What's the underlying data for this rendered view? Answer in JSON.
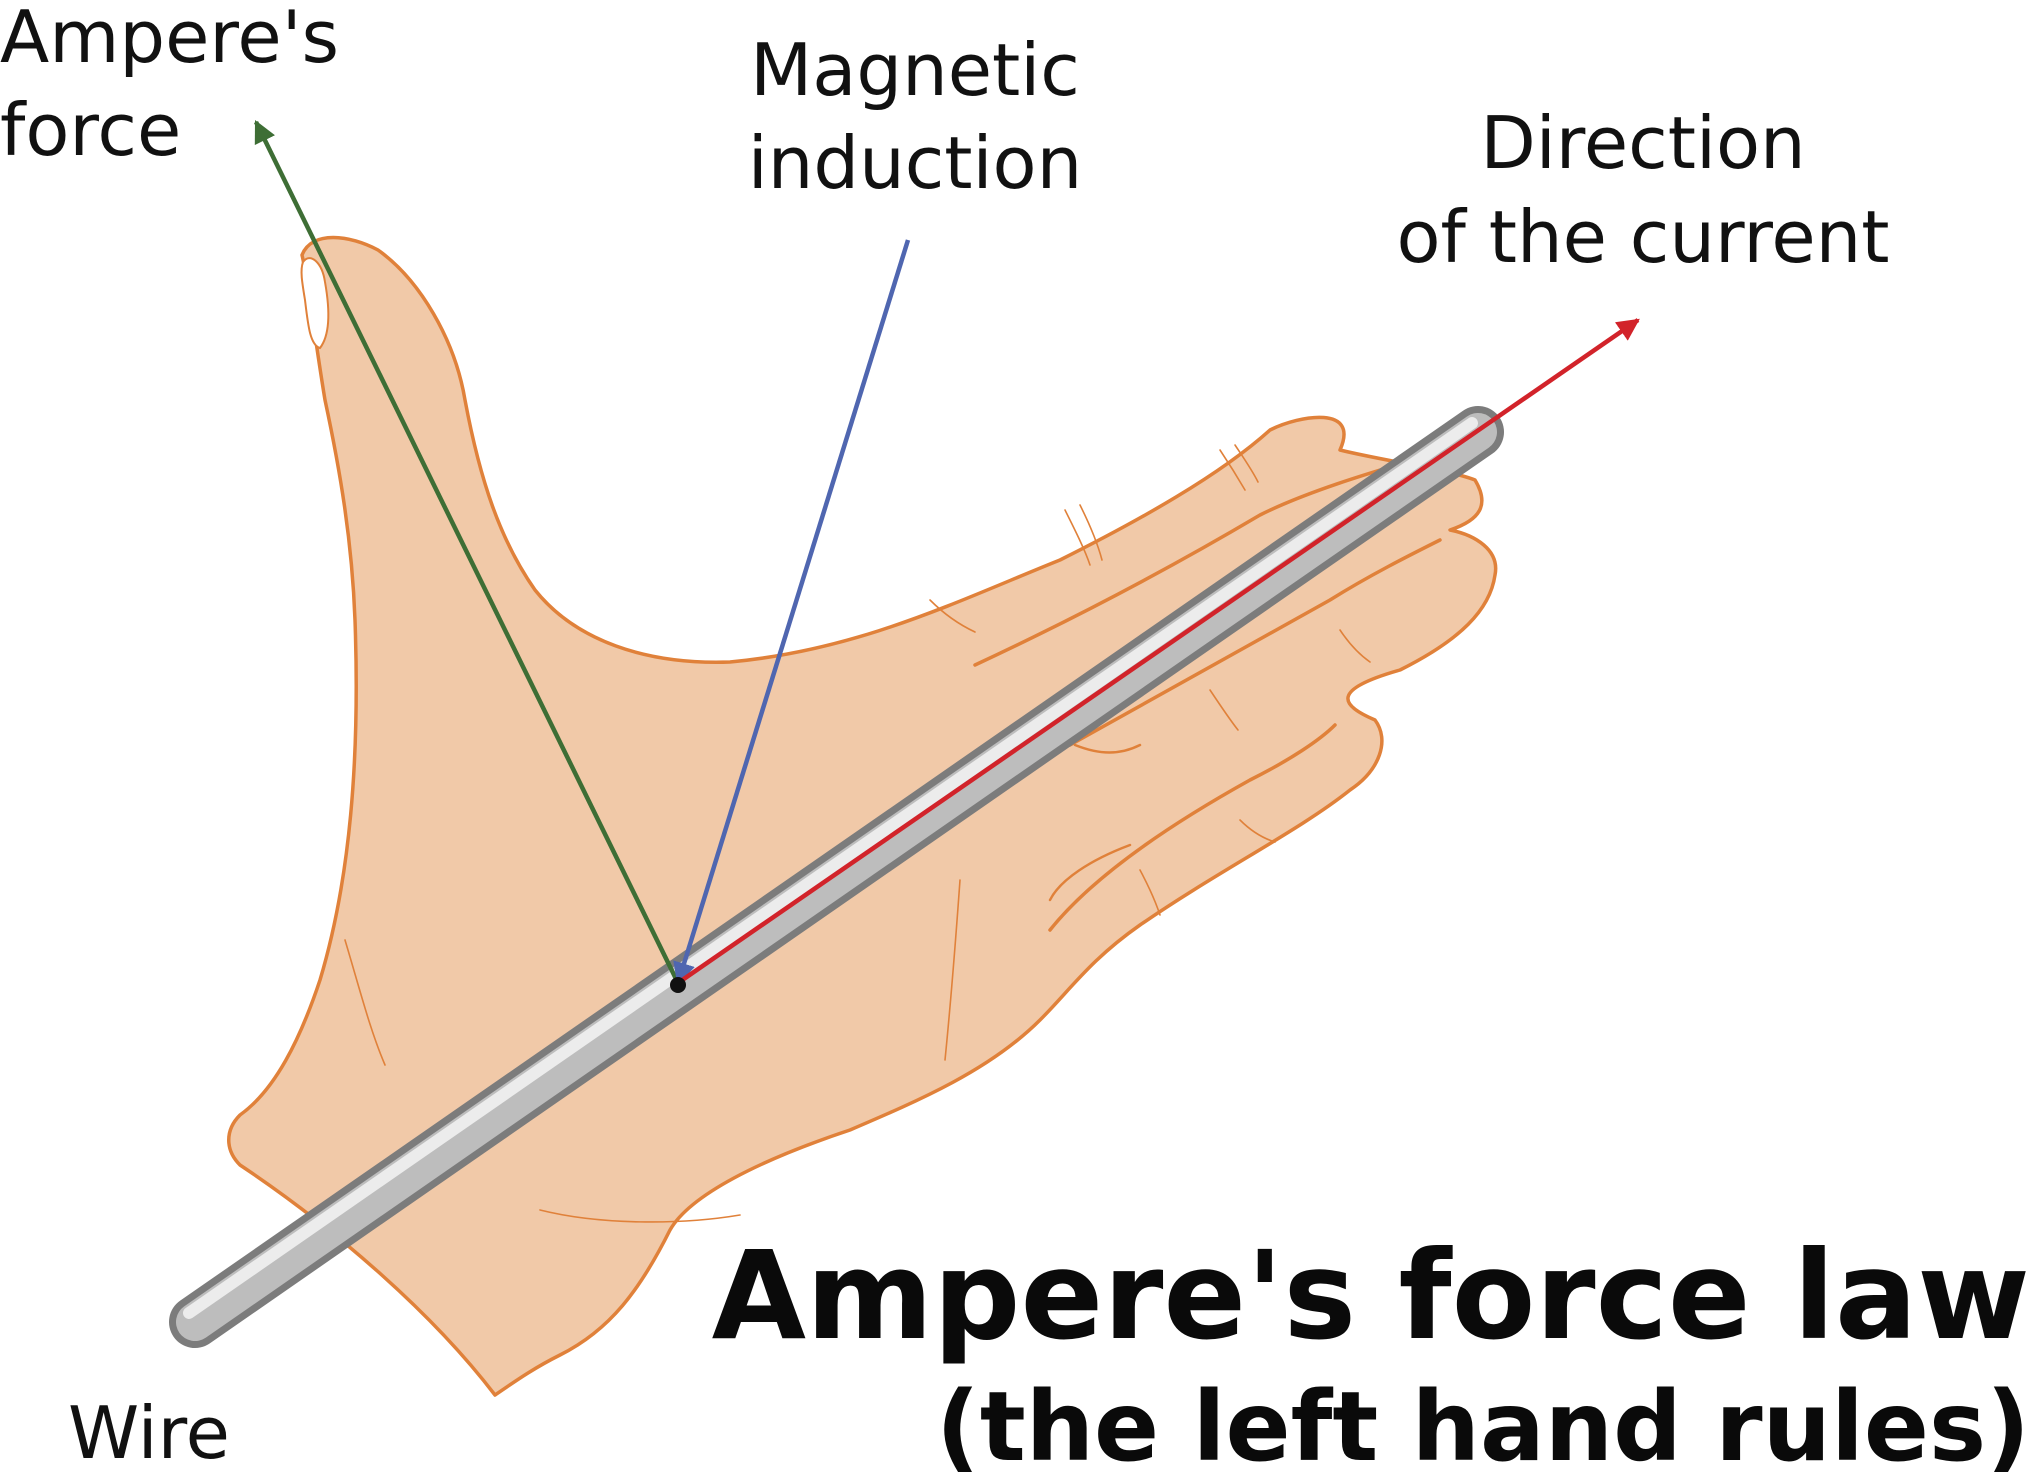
{
  "labels": {
    "force": [
      "Ampere's",
      "force"
    ],
    "induction": [
      "Magnetic",
      "induction"
    ],
    "current": [
      "Direction",
      "of the current"
    ],
    "wire": "Wire"
  },
  "title": {
    "main": "Ampere's force law",
    "sub": "(the left hand rules)"
  },
  "colors": {
    "background": "#ffffff",
    "skin": "#f1c9a8",
    "skin_outline": "#e0813a",
    "force_arrow": "#3e6e35",
    "induction_arrow": "#4f66b0",
    "current_arrow": "#d2232a",
    "wire_outer": "#7c7c7c",
    "wire_inner": "#bdbdbd",
    "wire_highlight": "#ececec",
    "contact_point": "#111111"
  }
}
